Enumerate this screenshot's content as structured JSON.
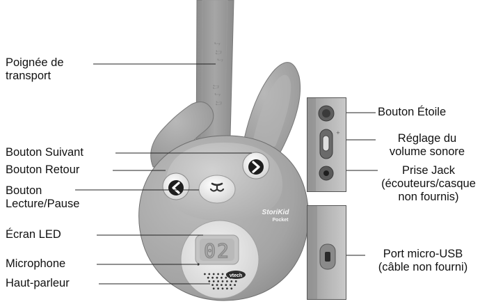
{
  "labels": {
    "handle": [
      "Poignée de",
      "transport"
    ],
    "next_button": "Bouton Suivant",
    "back_button": "Bouton Retour",
    "play_button": [
      "Bouton",
      "Lecture/Pause"
    ],
    "led_screen": "Écran LED",
    "microphone": "Microphone",
    "speaker": "Haut-parleur",
    "star_button": "Bouton Étoile",
    "volume": [
      "Réglage du",
      "volume sonore"
    ],
    "jack": [
      "Prise Jack",
      "(écouteurs/casque",
      "non fournis)"
    ],
    "usb": [
      "Port micro-USB",
      "(câble non fourni)"
    ]
  },
  "device": {
    "brand_logo": "StoriKid",
    "brand_sub": "Pocket",
    "maker_badge": "vtech",
    "display_value": "02"
  },
  "colors": {
    "body": "#a9a9a9",
    "dark": "#2a2a2a",
    "line": "#222222"
  }
}
